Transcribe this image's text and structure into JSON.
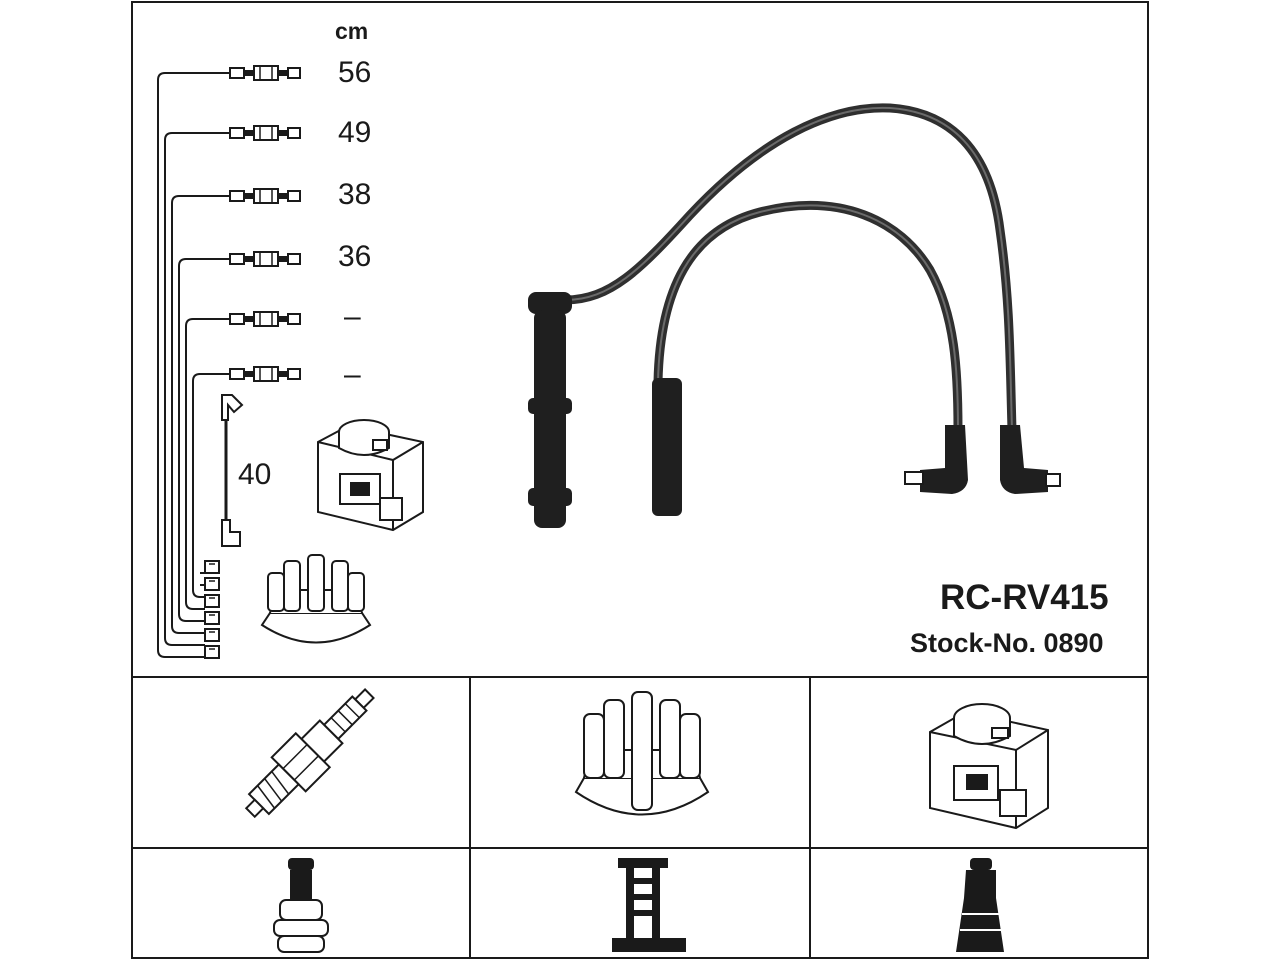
{
  "unit": "cm",
  "lengths": [
    "56",
    "49",
    "38",
    "36",
    "–",
    "–"
  ],
  "coil_lead_length": "40",
  "part_code": "RC-RV415",
  "stock_number": "Stock-No. 0890",
  "components": {
    "top_row": [
      "spark-plug-icon",
      "distributor-cap-icon",
      "ignition-coil-icon"
    ],
    "bottom_row": [
      "spark-plug-terminal-icon",
      "distributor-terminal-icon",
      "coil-terminal-icon"
    ]
  },
  "colors": {
    "line": "#1a1a1a",
    "cable": "#3a3a3a",
    "background": "#ffffff"
  }
}
